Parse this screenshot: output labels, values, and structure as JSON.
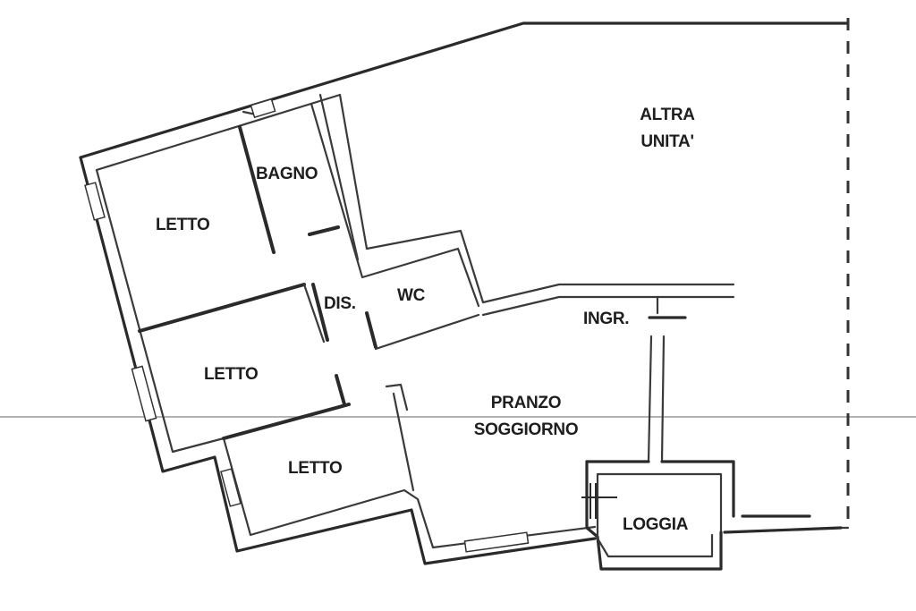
{
  "plan": {
    "rooms": {
      "altra_unita_1": "ALTRA",
      "altra_unita_2": "UNITA'",
      "bagno": "BAGNO",
      "letto_1": "LETTO",
      "letto_2": "LETTO",
      "letto_3": "LETTO",
      "dis": "DIS.",
      "wc": "WC",
      "ingr": "INGR.",
      "pranzo": "PRANZO",
      "soggiorno": "SOGGIORNO",
      "loggia": "LOGGIA"
    }
  }
}
